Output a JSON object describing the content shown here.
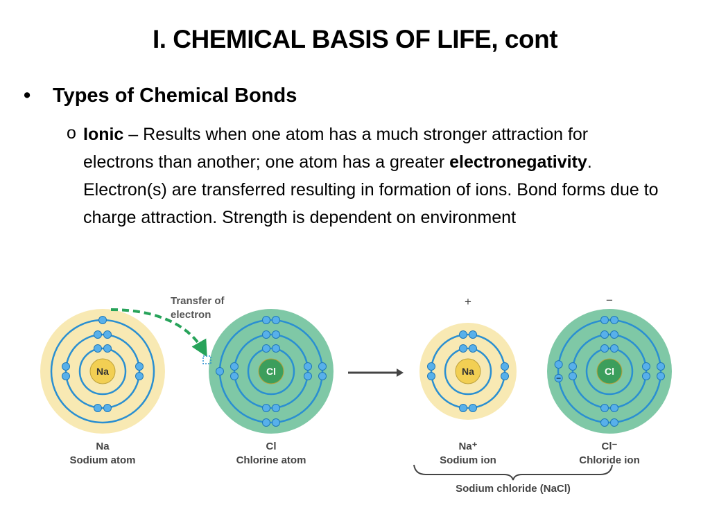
{
  "slide": {
    "title": "I. CHEMICAL BASIS OF LIFE, cont",
    "bullet_marker": "•",
    "bullet": "Types of Chemical Bonds",
    "sub_marker": "o",
    "sub_term": "Ionic",
    "sub_dash": " – Results when one atom has a much stronger attraction for electrons than another; one atom has a greater ",
    "sub_key_term": "electronegativity",
    "sub_rest": ".  Electron(s) are transferred resulting in formation of ions.  Bond forms due to charge attraction.  Strength is dependent on environment"
  },
  "figure": {
    "transfer_label_line1": "Transfer of",
    "transfer_label_line2": "electron",
    "na_symbol": "Na",
    "cl_symbol": "Cl",
    "na_atom_symbol": "Na",
    "na_atom_name": "Sodium atom",
    "cl_atom_symbol": "Cl",
    "cl_atom_name": "Chlorine atom",
    "na_ion_symbol": "Na⁺",
    "na_ion_name": "Sodium ion",
    "cl_ion_symbol": "Cl⁻",
    "cl_ion_name": "Chloride ion",
    "plus_sign": "+",
    "minus_sign": "−",
    "electron_minus": "−",
    "compound_label": "Sodium chloride (NaCl)",
    "colors": {
      "sodium_fill": "#f8e9b3",
      "chlorine_fill": "#7fc8a6",
      "orbit_line": "#2a8fd1",
      "electron": "#58b0ea",
      "na_nucleus": "#f2cf53",
      "cl_nucleus": "#3c9e5c",
      "arrow_green": "#27a35a"
    }
  }
}
